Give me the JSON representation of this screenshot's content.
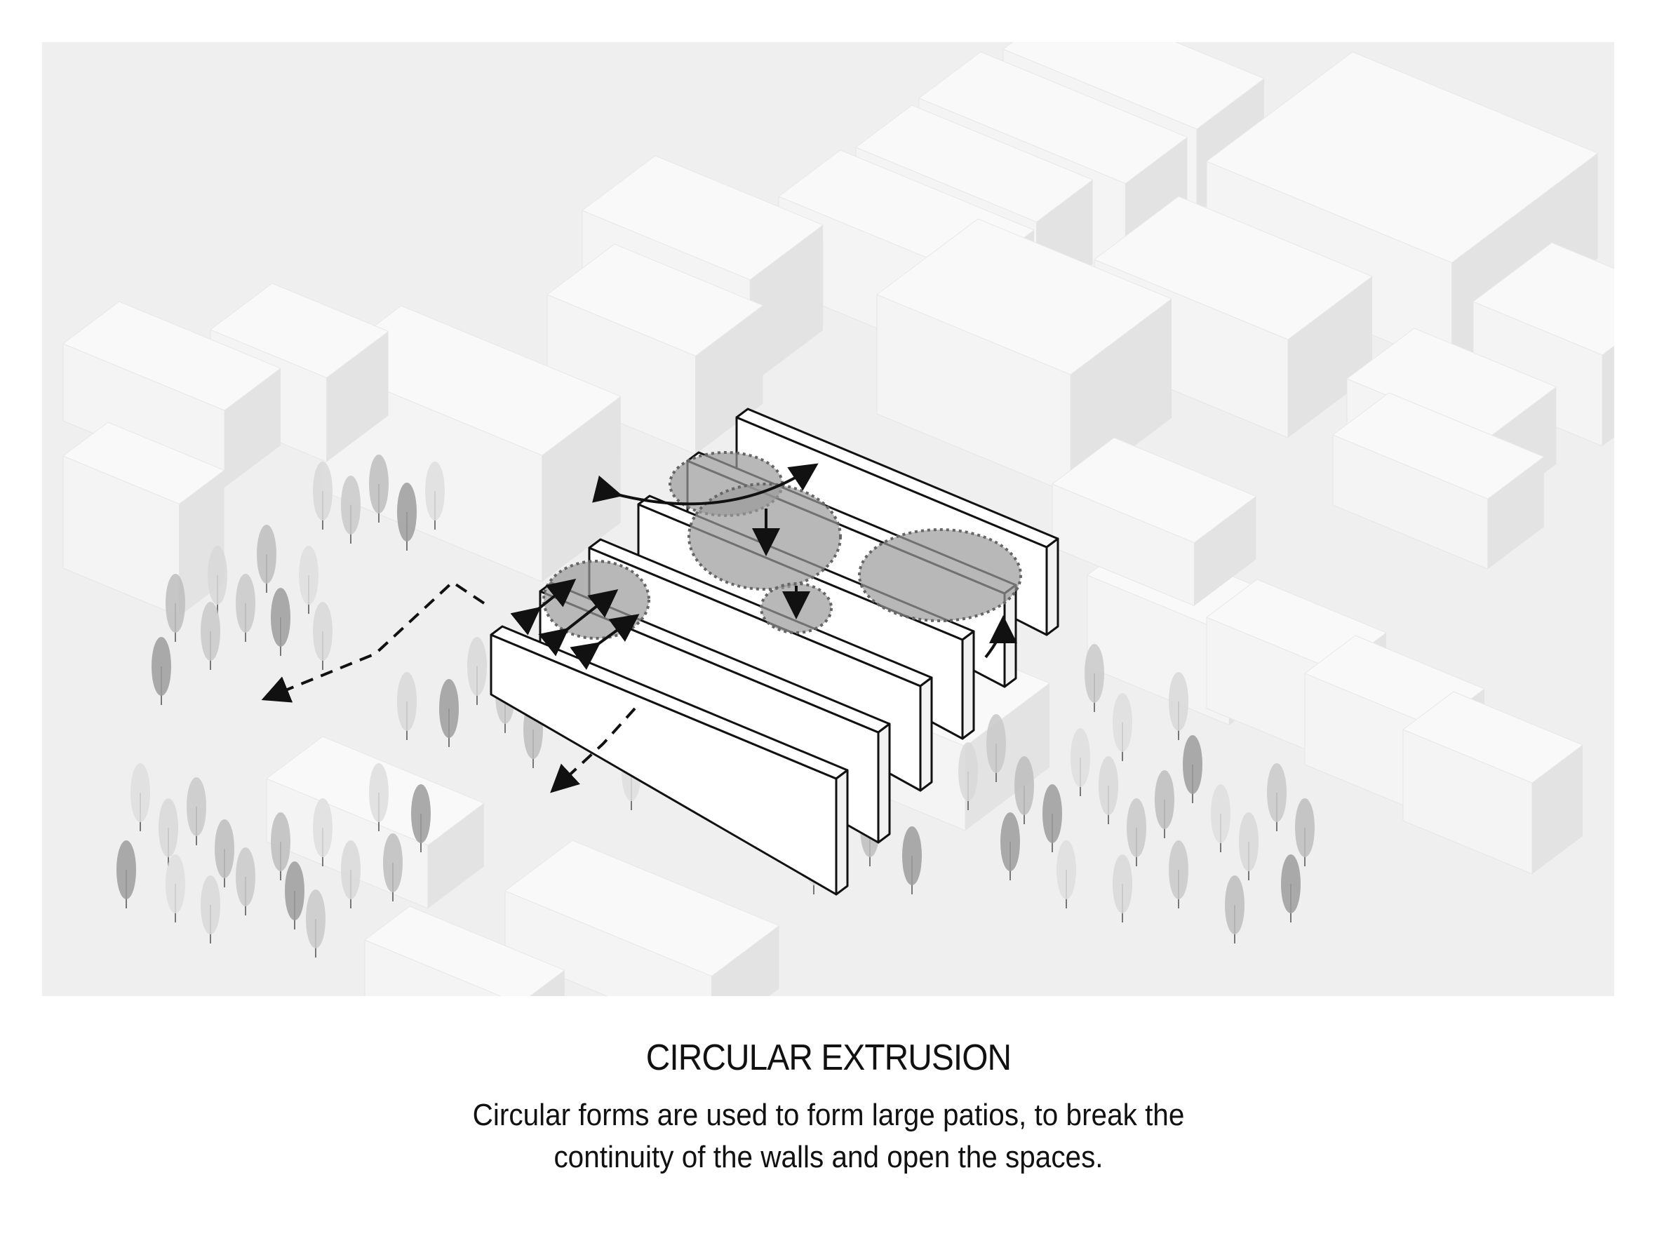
{
  "caption": {
    "title": "CIRCULAR EXTRUSION",
    "description_line1": "Circular forms are used to form large patios, to break the",
    "description_line2": "continuity of the walls and open the spaces."
  },
  "colors": {
    "ground": "#efefef",
    "building_top": "#f9f9f9",
    "building_side": "#e3e3e3",
    "patio_fill": "#a9a9a9",
    "line": "#111111"
  }
}
